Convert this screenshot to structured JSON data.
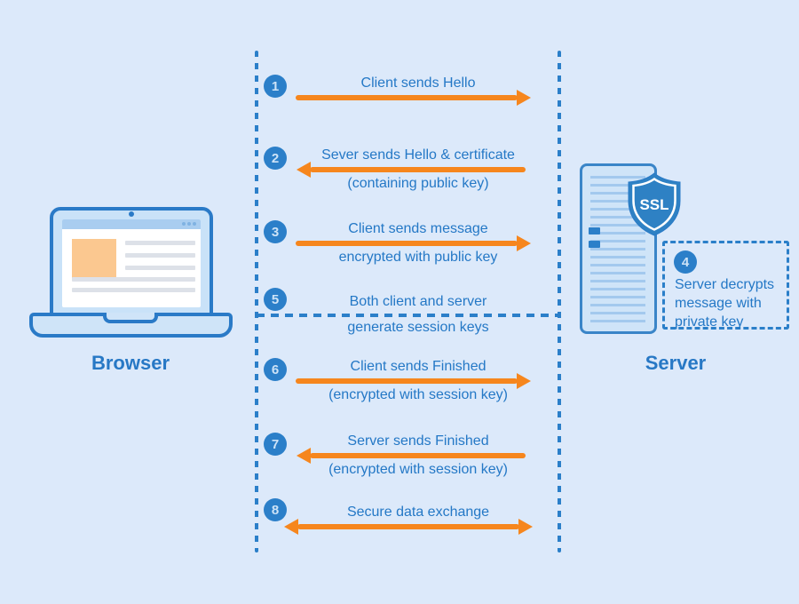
{
  "colors": {
    "background": "#dce9fa",
    "accent_blue": "#2b7fc9",
    "text_blue": "#2478c6",
    "arrow_orange": "#f6861d",
    "image_placeholder_orange": "#fbc890"
  },
  "browser": {
    "label": "Browser"
  },
  "server": {
    "label": "Server",
    "badge": "SSL"
  },
  "steps": [
    {
      "number": "1",
      "title": "Client sends Hello",
      "direction": "right"
    },
    {
      "number": "2",
      "title": "Sever sends Hello & certificate",
      "subtitle": "(containing public key)",
      "direction": "left"
    },
    {
      "number": "3",
      "title": "Client sends message",
      "subtitle": "encrypted with public key",
      "direction": "right"
    },
    {
      "number": "4",
      "title": "Server decrypts message with private key",
      "direction": "none"
    },
    {
      "number": "5",
      "title": "Both client and server",
      "subtitle": "generate session keys",
      "direction": "none"
    },
    {
      "number": "6",
      "title": "Client sends Finished",
      "subtitle": "(encrypted with session key)",
      "direction": "right"
    },
    {
      "number": "7",
      "title": "Server sends Finished",
      "subtitle": "(encrypted with session key)",
      "direction": "left"
    },
    {
      "number": "8",
      "title": "Secure data exchange",
      "direction": "both"
    }
  ]
}
